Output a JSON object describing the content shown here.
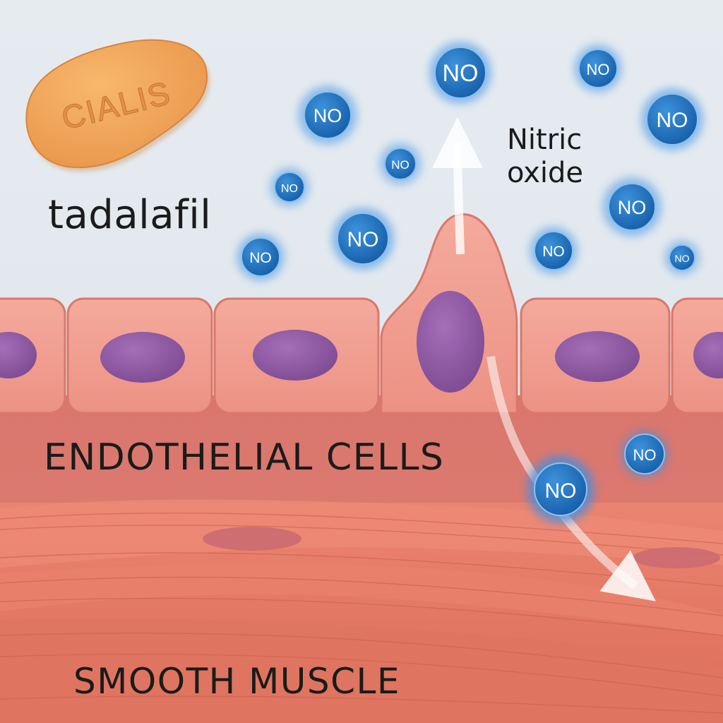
{
  "drug": {
    "pill_imprint": "CIALIS",
    "generic_name": "tadalafil"
  },
  "molecule": {
    "symbol": "NO",
    "name_line1": "Nitric",
    "name_line2": "oxide"
  },
  "layers": {
    "endothelial": "ENDOTHELIAL CELLS",
    "smooth_muscle": "SMOOTH MUSCLE"
  },
  "colors": {
    "background": "#e3e9ef",
    "pill": "#f0a65a",
    "cell": "#ee9487",
    "nucleus": "#8e58a2",
    "muscle": "#e27460",
    "no_molecule": "#1f74c4"
  }
}
